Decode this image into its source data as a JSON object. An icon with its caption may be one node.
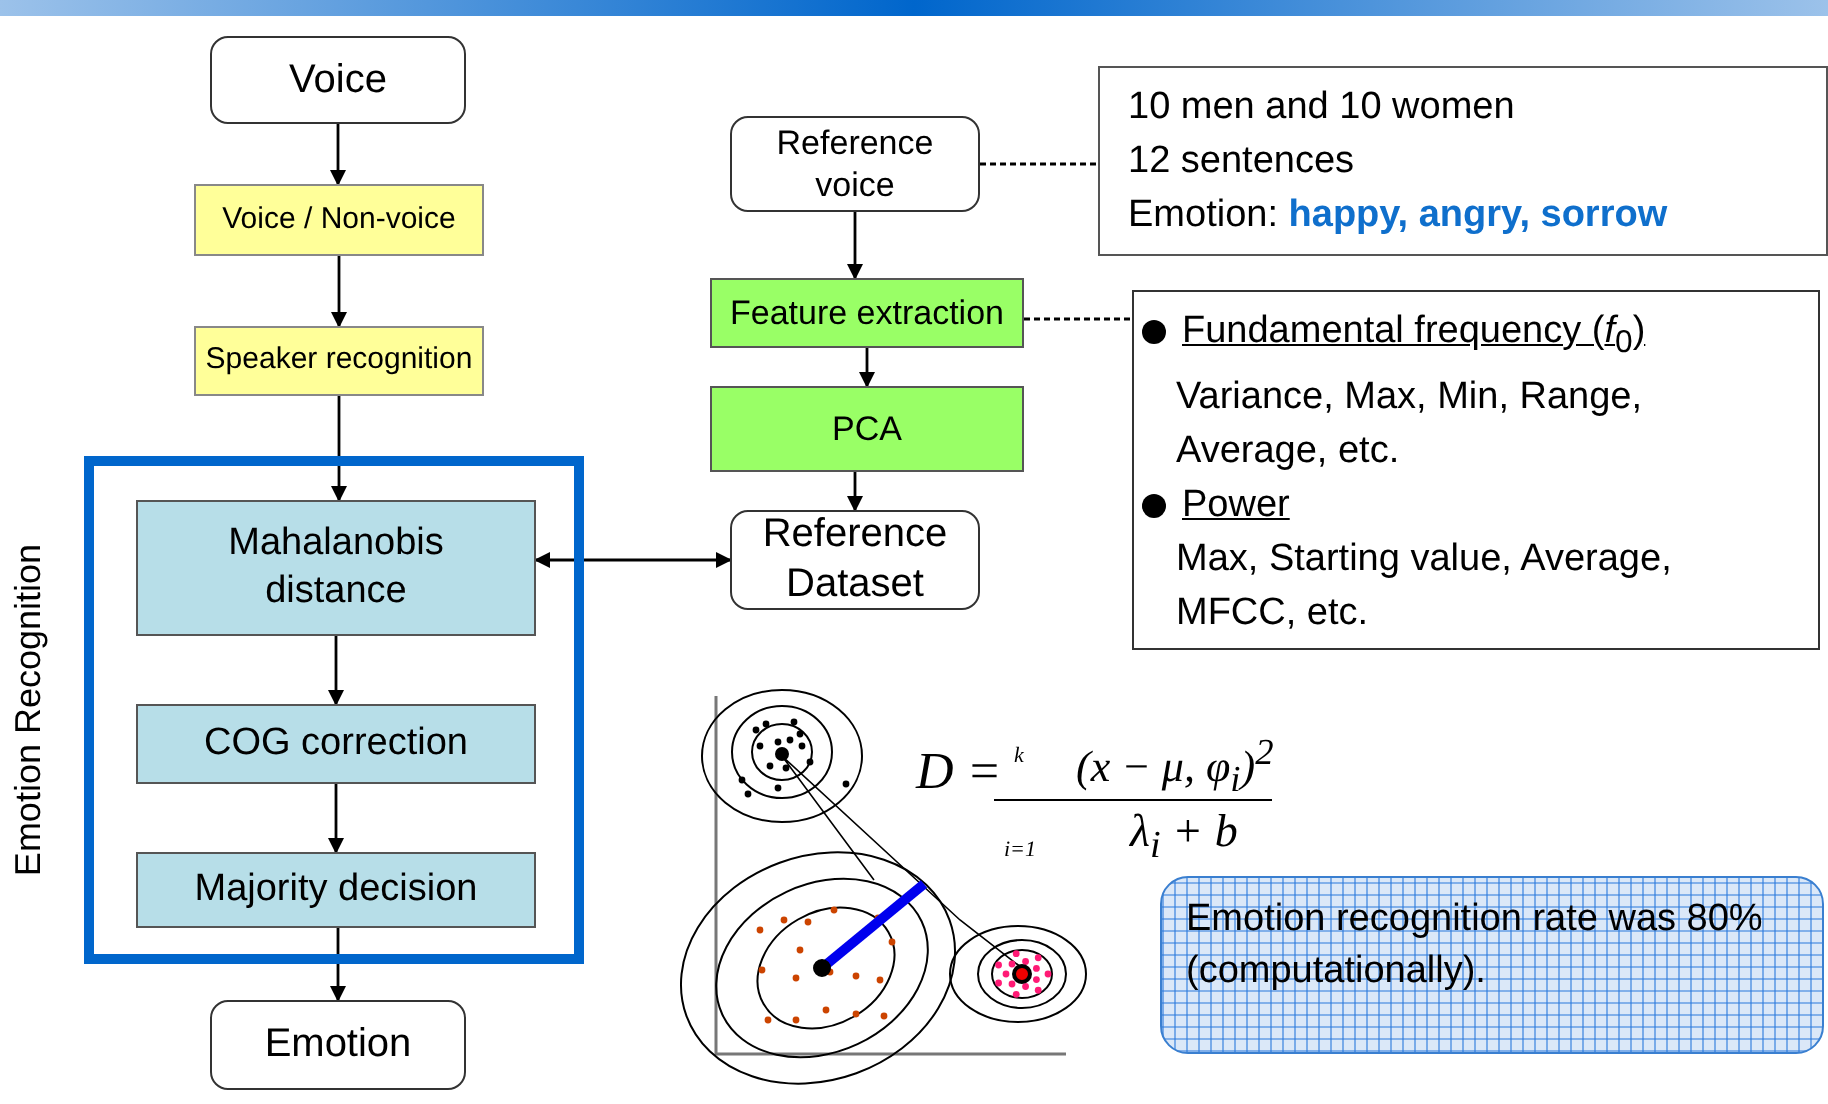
{
  "diagram": {
    "nodes": [
      {
        "text": [
          "Voice"
        ]
      },
      {
        "text": [
          "Voice / Non-voice"
        ]
      },
      {
        "text": [
          "Speaker recognition"
        ]
      },
      {
        "text": [
          "Emotion Recognition"
        ]
      },
      {
        "text": [
          "Mahalanobis distance"
        ],
        "in": 3
      },
      {
        "text": [
          "COG correction"
        ],
        "in": 3
      },
      {
        "text": [
          "Majority decision"
        ],
        "in": 3
      },
      {
        "text": [
          "Emotion"
        ]
      },
      {
        "text": [
          "Reference voice"
        ]
      },
      {
        "text": [
          "Feature extraction"
        ]
      },
      {
        "text": [
          "PCA"
        ]
      },
      {
        "text": [
          "Reference Dataset"
        ]
      },
      {
        "text": [
          "10 men and 10 women",
          "12 sentences",
          "Emotion: **happy, angry, sorrow**"
        ]
      },
      {
        "text": [
          "Fundamental frequency (*f*$_{0}$)",
          "Variance, Max, Min, Range, Average, etc.",
          "Power",
          "Max, Starting value, Average, MFCC, etc."
        ]
      },
      {
        "text": [
          "Emotion recognition rate was 80% (computationally)."
        ]
      }
    ],
    "edges": [
      {
        "from": 0,
        "to": 1,
        "arrow": "to"
      },
      {
        "from": 1,
        "to": 2,
        "arrow": "to"
      },
      {
        "from": 2,
        "to": 4,
        "arrow": "to"
      },
      {
        "from": 4,
        "to": 5,
        "arrow": "to"
      },
      {
        "from": 5,
        "to": 6,
        "arrow": "to"
      },
      {
        "from": 6,
        "to": 7,
        "arrow": "to"
      },
      {
        "from": 8,
        "to": 9,
        "arrow": "to"
      },
      {
        "from": 9,
        "to": 10,
        "arrow": "to"
      },
      {
        "from": 10,
        "to": 11,
        "arrow": "to"
      },
      {
        "from": 4,
        "to": 11,
        "arrow": "both"
      },
      {
        "from": 8,
        "to": 12,
        "arrow": "none",
        "style": "dashed"
      },
      {
        "from": 9,
        "to": 13,
        "arrow": "none",
        "style": "dashed"
      }
    ],
    "labels": [
      "D =",
      "k",
      "i=1",
      "(x − μ, φ$_{i}$)$^{2}$",
      "λ$_{i}$ + b"
    ]
  }
}
